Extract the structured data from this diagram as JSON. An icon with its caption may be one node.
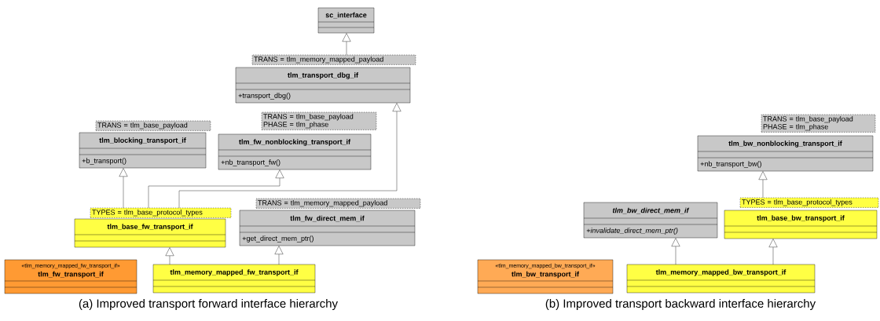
{
  "diagram": {
    "nodes": [
      {
        "text": [
          "sc_interface"
        ]
      },
      {
        "text": [
          "TRANS = tlm_memory_mapped_payload",
          "tlm_transport_dbg_if",
          "+transport_dbg()"
        ]
      },
      {
        "text": [
          "TRANS = tlm_base_payload",
          "tlm_blocking_transport_if",
          "+b_transport()"
        ]
      },
      {
        "text": [
          "TRANS = tlm_base_payload",
          "PHASE = tlm_phase",
          "tlm_fw_nonblocking_transport_if",
          "+nb_transport_fw()"
        ]
      },
      {
        "text": [
          "TYPES = tlm_base_protocol_types",
          "tlm_base_fw_transport_if"
        ]
      },
      {
        "text": [
          "TRANS = tlm_memory_mapped_payload",
          "tlm_fw_direct_mem_if",
          "+get_direct_mem_ptr()"
        ]
      },
      {
        "text": [
          "«tlm_memory_mapped_fw_transport_if»",
          "tlm_fw_transport_if"
        ]
      },
      {
        "text": [
          "tlm_memory_mapped_fw_transport_if"
        ]
      },
      {
        "text": [
          "TRANS = tlm_base_payload",
          "PHASE = tlm_phase",
          "tlm_bw_nonblocking_transport_if",
          "+nb_transport_bw()"
        ]
      },
      {
        "text": [
          "tlm_bw_direct_mem_if",
          "+invalidate_direct_mem_ptr()"
        ]
      },
      {
        "text": [
          "TYPES = tlm_base_protocol_types",
          "tlm_base_bw_transport_if"
        ]
      },
      {
        "text": [
          "«tlm_memory_mapped_bw_transport_if»",
          "tlm_bw_transport_if"
        ]
      },
      {
        "text": [
          "tlm_memory_mapped_bw_transport_if"
        ]
      }
    ],
    "edges": [
      {
        "from": 1,
        "to": 0,
        "arrow": "to"
      },
      {
        "from": 4,
        "to": 2,
        "arrow": "to"
      },
      {
        "from": 4,
        "to": 3,
        "arrow": "to"
      },
      {
        "from": 4,
        "to": 1,
        "arrow": "to"
      },
      {
        "from": 7,
        "to": 4,
        "arrow": "to"
      },
      {
        "from": 7,
        "to": 5,
        "arrow": "to"
      },
      {
        "from": 10,
        "to": 8,
        "arrow": "to"
      },
      {
        "from": 12,
        "to": 9,
        "arrow": "to"
      },
      {
        "from": 12,
        "to": 10,
        "arrow": "to"
      }
    ],
    "labels": [
      "(a) Improved transport forward interface hierarchy",
      "(b) Improved transport backward interface hierarchy"
    ]
  }
}
